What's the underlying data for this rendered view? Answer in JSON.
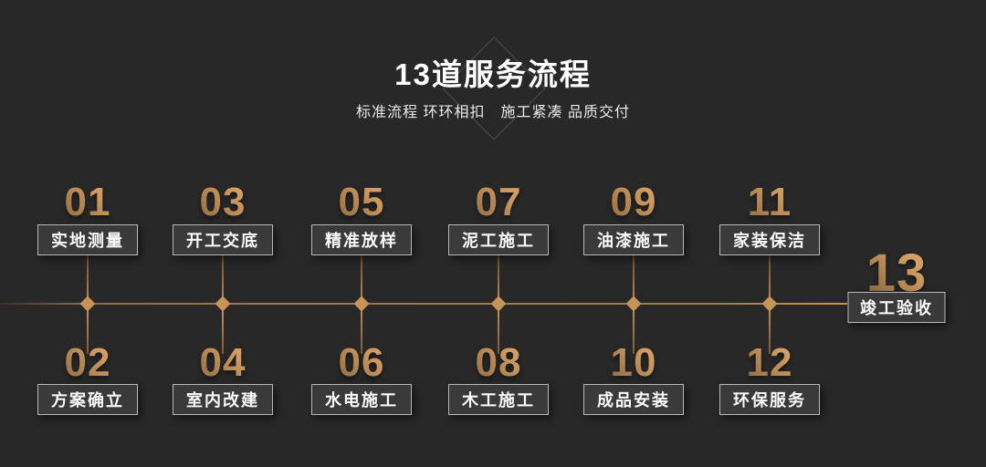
{
  "header": {
    "title": "13道服务流程",
    "subtitle": "标准流程 环环相扣　施工紧凑 品质交付"
  },
  "steps": [
    {
      "num": "01",
      "label": "实地测量"
    },
    {
      "num": "02",
      "label": "方案确立"
    },
    {
      "num": "03",
      "label": "开工交底"
    },
    {
      "num": "04",
      "label": "室内改建"
    },
    {
      "num": "05",
      "label": "精准放样"
    },
    {
      "num": "06",
      "label": "水电施工"
    },
    {
      "num": "07",
      "label": "泥工施工"
    },
    {
      "num": "08",
      "label": "木工施工"
    },
    {
      "num": "09",
      "label": "油漆施工"
    },
    {
      "num": "10",
      "label": "成品安装"
    },
    {
      "num": "11",
      "label": "家装保洁"
    },
    {
      "num": "12",
      "label": "环保服务"
    },
    {
      "num": "13",
      "label": "竣工验收"
    }
  ],
  "colors": {
    "background": "#282828",
    "gold_accent": "#c99357",
    "number_gradient_top": "#edb576",
    "number_gradient_bottom": "#584330",
    "box_background": "#3a3a3a",
    "box_border": "#b8b8b8",
    "text": "#ffffff"
  }
}
